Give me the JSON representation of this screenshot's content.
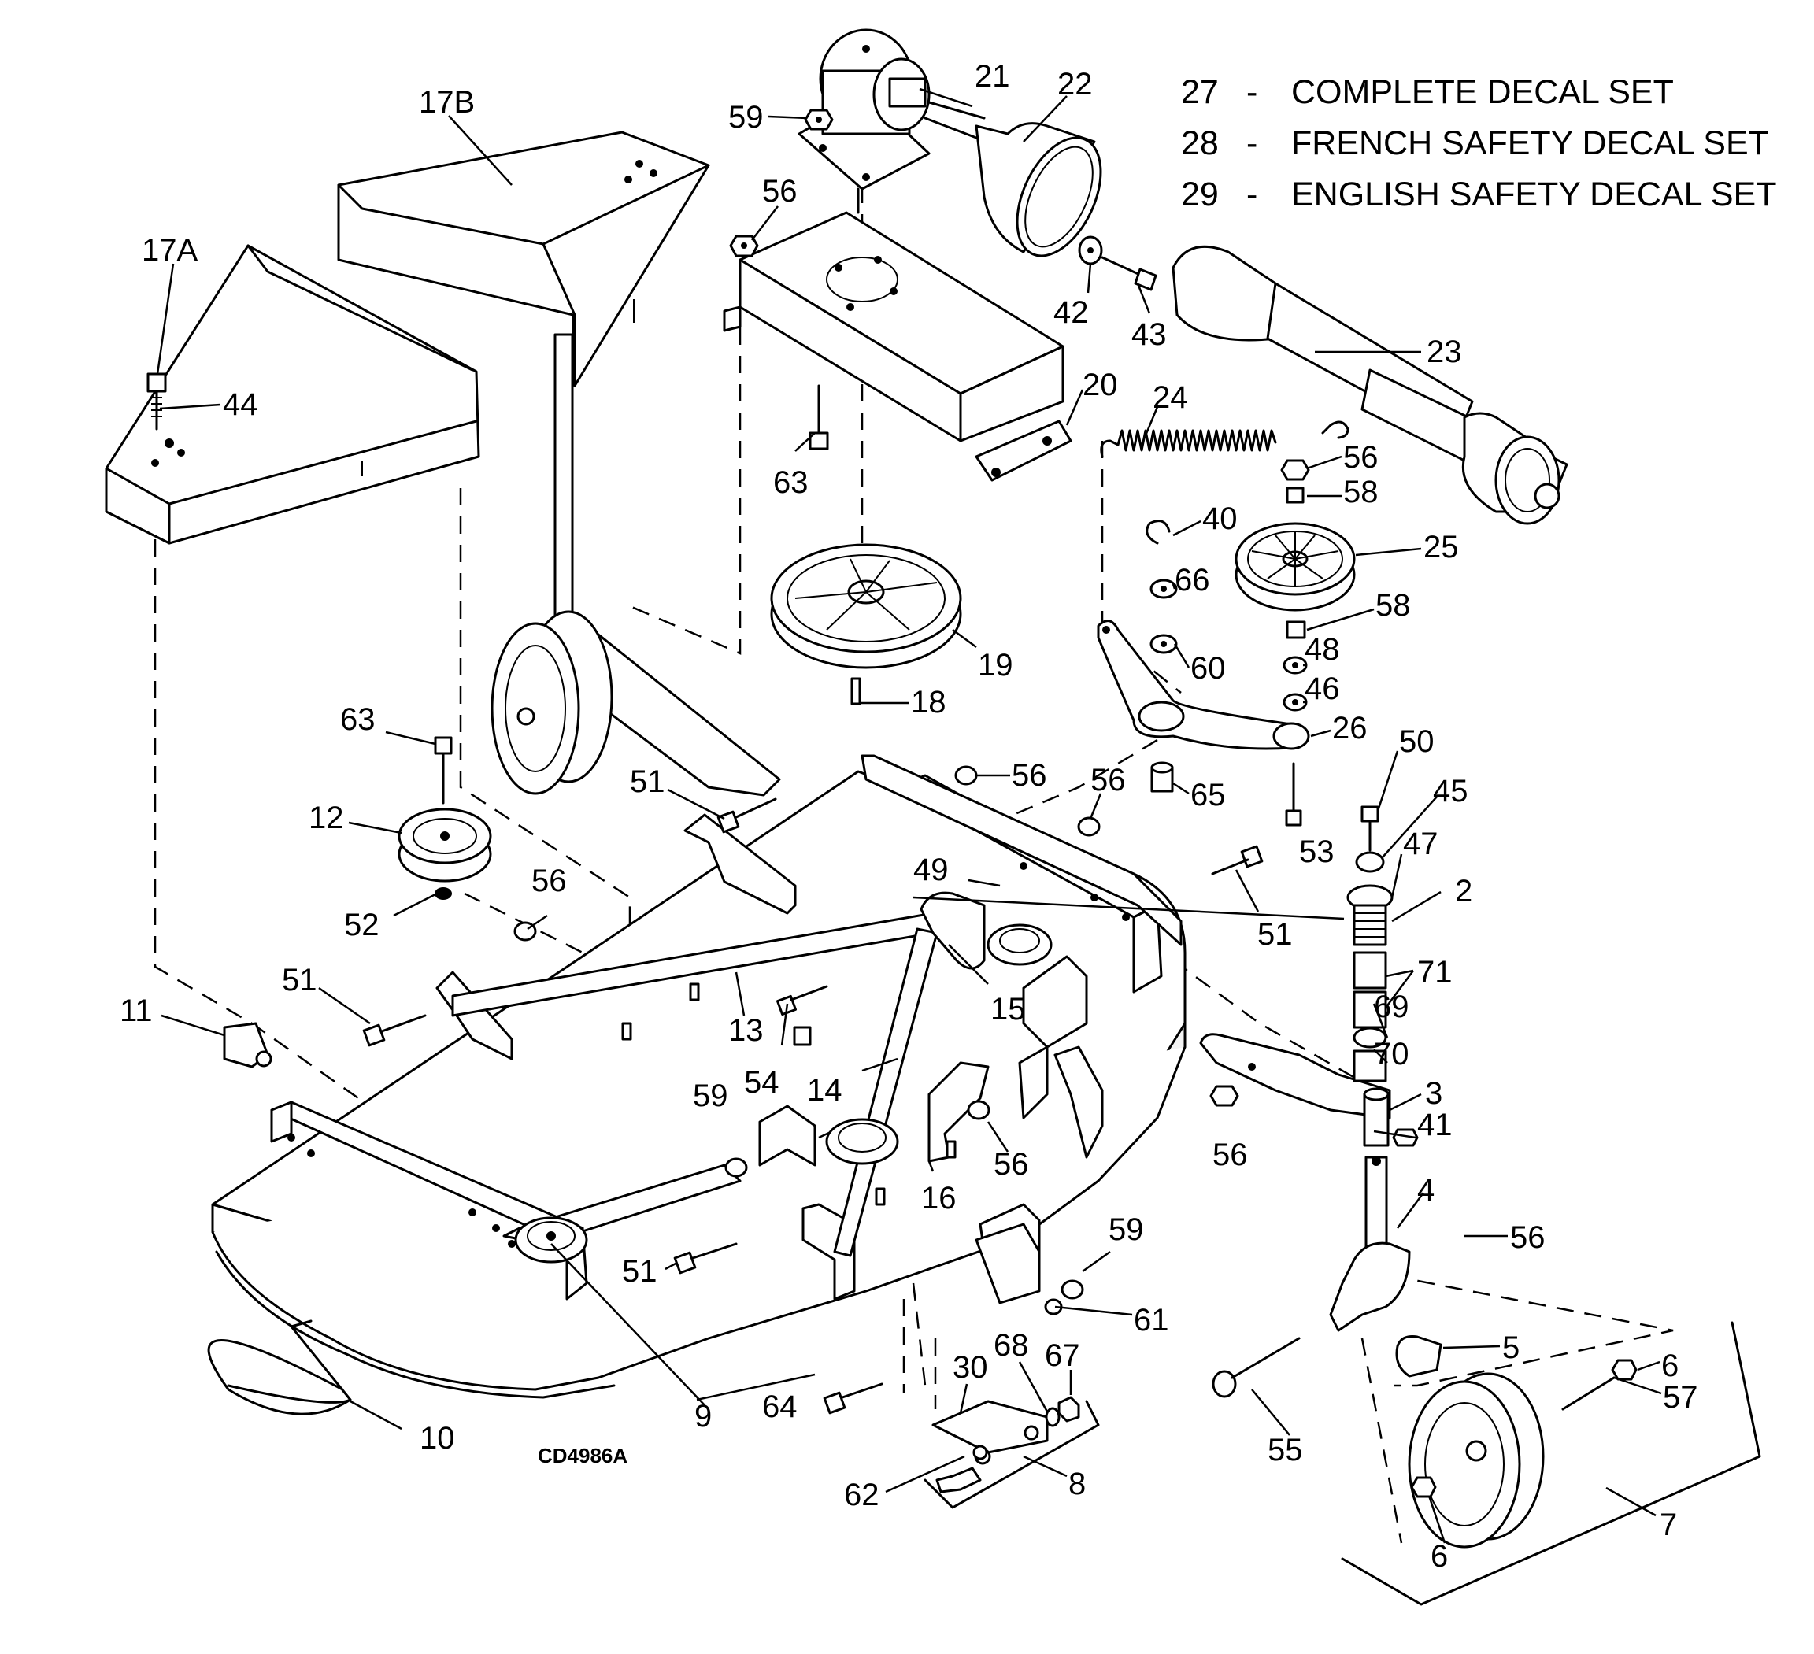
{
  "legend": [
    {
      "number": "27",
      "dash": "-",
      "text": "COMPLETE DECAL SET"
    },
    {
      "number": "28",
      "dash": "-",
      "text": "FRENCH SAFETY DECAL SET"
    },
    {
      "number": "29",
      "dash": "-",
      "text": "ENGLISH SAFETY DECAL SET"
    }
  ],
  "drawing_code": "CD4986A",
  "callouts": [
    "21",
    "22",
    "59",
    "56",
    "17B",
    "17A",
    "42",
    "43",
    "23",
    "44",
    "20",
    "24",
    "63",
    "56",
    "58",
    "40",
    "25",
    "66",
    "58",
    "19",
    "60",
    "48",
    "18",
    "46",
    "26",
    "50",
    "63",
    "51",
    "56",
    "56",
    "65",
    "45",
    "12",
    "47",
    "53",
    "49",
    "56",
    "2",
    "52",
    "51",
    "71",
    "51",
    "15",
    "69",
    "11",
    "13",
    "54",
    "70",
    "14",
    "3",
    "59",
    "41",
    "56",
    "16",
    "56",
    "4",
    "56",
    "59",
    "51",
    "61",
    "5",
    "68",
    "67",
    "6",
    "30",
    "57",
    "9",
    "64",
    "55",
    "10",
    "8",
    "7",
    "62",
    "6"
  ]
}
